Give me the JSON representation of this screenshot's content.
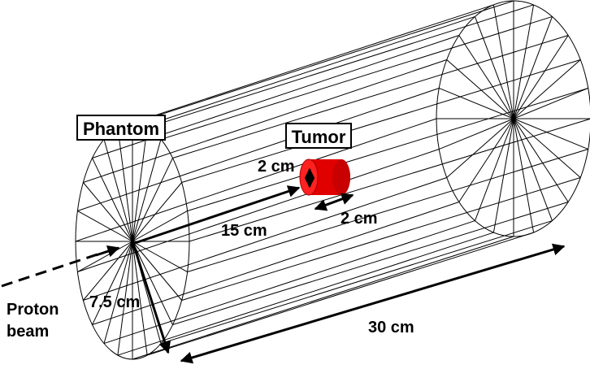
{
  "labels": {
    "phantom": "Phantom",
    "tumor": "Tumor",
    "tumor_diameter": "2 cm",
    "tumor_length": "2 cm",
    "depth": "15 cm",
    "radius": "7.5 cm",
    "length": "30 cm",
    "beam_line1": "Proton",
    "beam_line2": "beam"
  },
  "colors": {
    "tumor": "#e00000",
    "tumor_dark": "#a80000",
    "wire": "#000000"
  }
}
